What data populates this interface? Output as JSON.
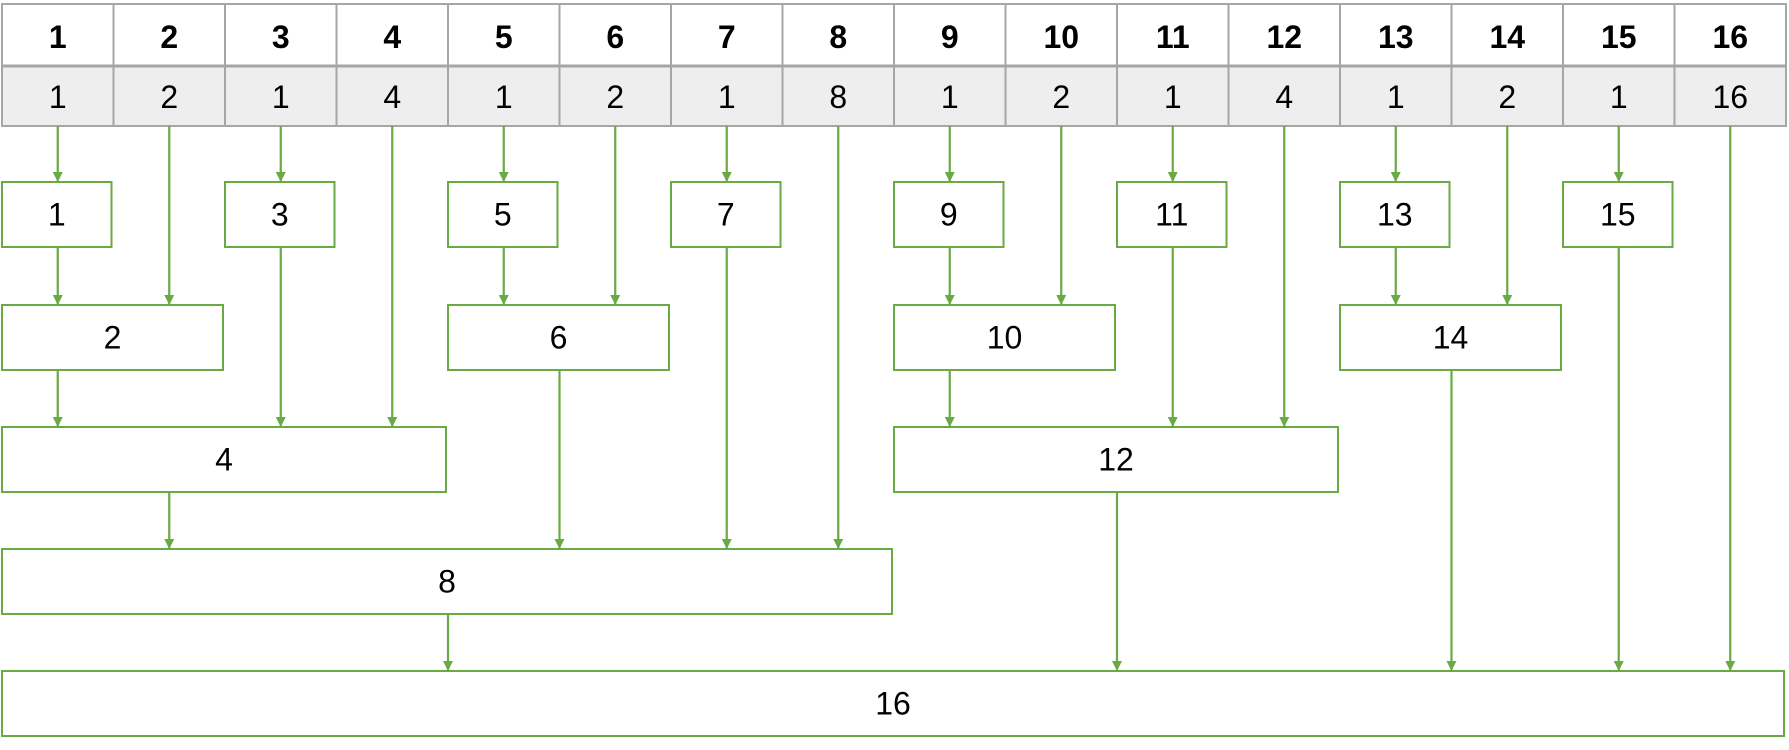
{
  "header": {
    "indices": [
      "1",
      "2",
      "3",
      "4",
      "5",
      "6",
      "7",
      "8",
      "9",
      "10",
      "11",
      "12",
      "13",
      "14",
      "15",
      "16"
    ],
    "values": [
      "1",
      "2",
      "1",
      "4",
      "1",
      "2",
      "1",
      "8",
      "1",
      "2",
      "1",
      "4",
      "1",
      "2",
      "1",
      "16"
    ]
  },
  "nodes": [
    {
      "id": "n1",
      "label": "1"
    },
    {
      "id": "n3",
      "label": "3"
    },
    {
      "id": "n5",
      "label": "5"
    },
    {
      "id": "n7",
      "label": "7"
    },
    {
      "id": "n9",
      "label": "9"
    },
    {
      "id": "n11",
      "label": "11"
    },
    {
      "id": "n13",
      "label": "13"
    },
    {
      "id": "n15",
      "label": "15"
    },
    {
      "id": "n2",
      "label": "2"
    },
    {
      "id": "n6",
      "label": "6"
    },
    {
      "id": "n10",
      "label": "10"
    },
    {
      "id": "n14",
      "label": "14"
    },
    {
      "id": "n4",
      "label": "4"
    },
    {
      "id": "n12",
      "label": "12"
    },
    {
      "id": "n8",
      "label": "8"
    },
    {
      "id": "n16",
      "label": "16"
    }
  ],
  "colors": {
    "line": "#6aaa45",
    "header_border": "#a6a6a6",
    "value_row_bg": "#eeeeee",
    "text": "#000000"
  }
}
